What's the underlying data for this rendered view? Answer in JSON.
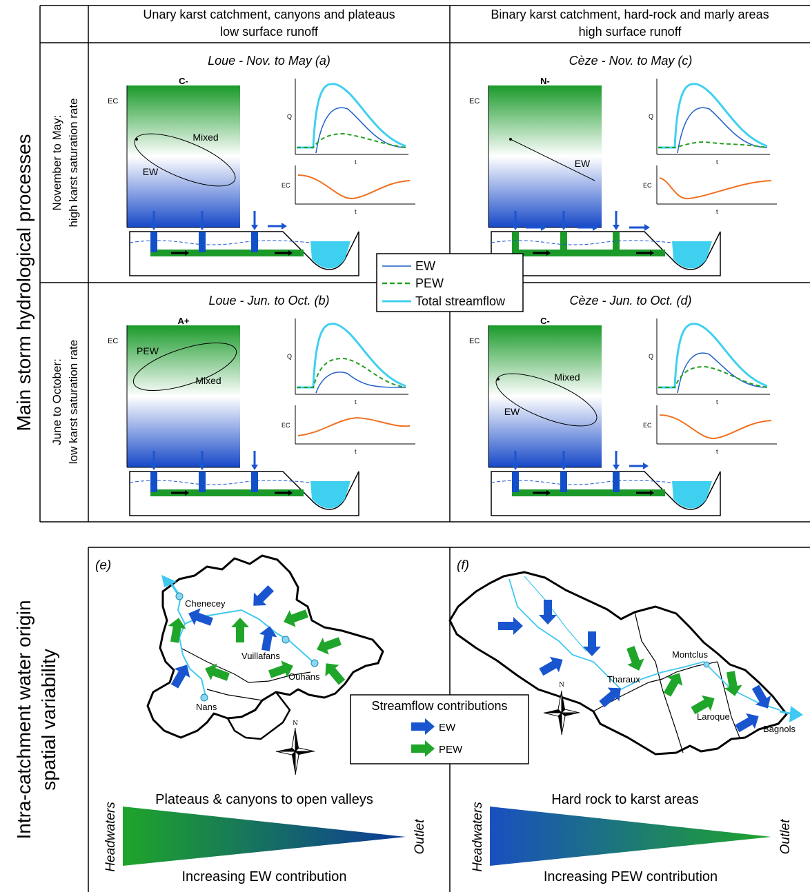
{
  "top": {
    "row_axis_title": "Main storm hydrological processes",
    "col1_header_l1": "Unary karst catchment, canyons and plateaus",
    "col1_header_l2": "low surface runoff",
    "col2_header_l1": "Binary karst catchment, hard-rock and marly areas",
    "col2_header_l2": "high surface runoff",
    "row1_label_l1": "November to May:",
    "row1_label_l2": "high karst saturation rate",
    "row2_label_l1": "June to October:",
    "row2_label_l2": "low karst saturation rate",
    "panels": {
      "a": {
        "title": "Loue - Nov. to May (a)",
        "hysteresis": "C-",
        "label1": "Mixed",
        "label2": "EW"
      },
      "b": {
        "title": "Loue - Jun. to Oct. (b)",
        "hysteresis": "A+",
        "label1": "PEW",
        "label2": "Mixed"
      },
      "c": {
        "title": "Cèze - Nov. to May (c)",
        "hysteresis": "N-",
        "label1": "EW",
        "label2": ""
      },
      "d": {
        "title": "Cèze - Jun. to Oct. (d)",
        "hysteresis": "C-",
        "label1": "Mixed",
        "label2": "EW"
      }
    },
    "axis": {
      "ec": "EC",
      "q": "Q",
      "t": "t"
    },
    "legend": {
      "ew": "EW",
      "pew": "PEW",
      "total": "Total streamflow"
    },
    "colors": {
      "ew": "#1f5fc8",
      "pew": "#22a022",
      "total": "#3fd0f0",
      "ec_curve": "#f07020",
      "green": "#1b9a2a",
      "blue": "#1250c8"
    }
  },
  "bottom": {
    "row_axis_title_l1": "Intra-catchment water origin",
    "row_axis_title_l2": "spatial variability",
    "panel_e": {
      "label": "(e)",
      "places": [
        "Chenecey",
        "Vuillafans",
        "Ouhans",
        "Nans"
      ],
      "gradient_title": "Plateaus & canyons to open valleys",
      "gradient_caption": "Increasing EW contribution",
      "left": "Headwaters",
      "right": "Outlet"
    },
    "panel_f": {
      "label": "(f)",
      "places": [
        "Montclus",
        "Tharaux",
        "Laroque",
        "Bagnols"
      ],
      "gradient_title": "Hard rock to karst areas",
      "gradient_caption": "Increasing PEW contribution",
      "left": "Headwaters",
      "right": "Outlet"
    },
    "legend": {
      "title": "Streamflow contributions",
      "ew": "EW",
      "pew": "PEW"
    },
    "compass": "N"
  }
}
